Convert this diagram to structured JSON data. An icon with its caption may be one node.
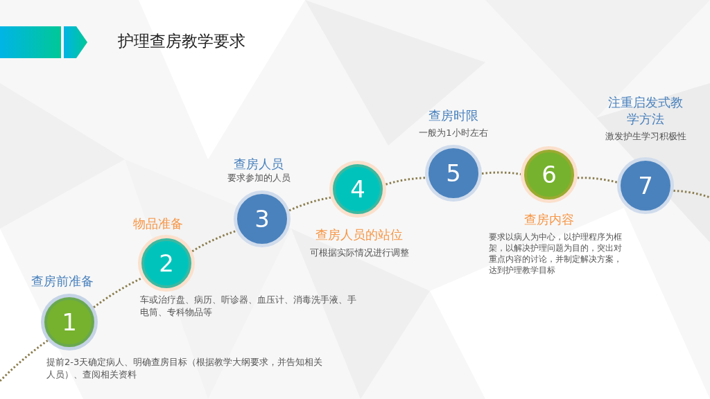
{
  "diagram": {
    "title": "护理查房教学要求",
    "nodes": [
      {
        "text": [
          "1"
        ],
        "beside": [
          "查房前准备",
          "提前2-3天确定病人、明确查房目标（根据教学大纲要求，并告知相关人员）、查阅相关资料"
        ]
      },
      {
        "text": [
          "2"
        ],
        "beside": [
          "物品准备",
          "车或治疗盘、病历、听诊器、血压计、消毒洗手液、手电筒、专科物品等"
        ]
      },
      {
        "text": [
          "3"
        ],
        "beside": [
          "查房人员",
          "要求参加的人员"
        ]
      },
      {
        "text": [
          "4"
        ],
        "beside": [
          "查房人员的站位",
          "可根据实际情况进行调整"
        ]
      },
      {
        "text": [
          "5"
        ],
        "beside": [
          "查房时限",
          "一般为1小时左右"
        ]
      },
      {
        "text": [
          "6"
        ],
        "beside": [
          "查房内容",
          "要求以病人为中心，以护理程序为框架，以解决护理问题为目的，突出对重点内容的讨论，并制定解决方案，达到护理教学目标"
        ]
      },
      {
        "text": [
          "7"
        ],
        "beside": [
          "注重启发式教学方法",
          "激发护生学习积极性"
        ]
      }
    ],
    "edges": [
      {
        "from": null,
        "to": 0,
        "arrow": "none",
        "style": "dashed"
      },
      {
        "from": 0,
        "to": 1,
        "arrow": "none",
        "style": "dashed"
      },
      {
        "from": 1,
        "to": 2,
        "arrow": "none",
        "style": "dashed"
      },
      {
        "from": 2,
        "to": 3,
        "arrow": "none",
        "style": "dashed"
      },
      {
        "from": 3,
        "to": 4,
        "arrow": "none",
        "style": "dashed"
      },
      {
        "from": 4,
        "to": 5,
        "arrow": "none",
        "style": "dashed"
      },
      {
        "from": 5,
        "to": 6,
        "arrow": "none",
        "style": "dashed"
      },
      {
        "from": 6,
        "to": null,
        "arrow": "none",
        "style": "dashed"
      }
    ]
  }
}
